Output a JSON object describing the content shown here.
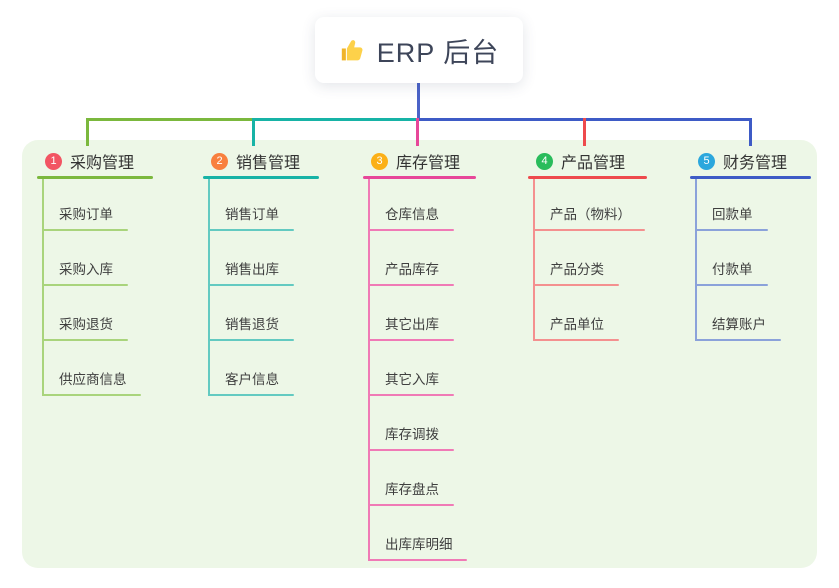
{
  "canvas": {
    "background": "#ffffff",
    "panel_color": "#edf7e7"
  },
  "root": {
    "icon": "thumbs-up-icon",
    "icon_color": "#fbc02d",
    "title": "ERP 后台",
    "connector_color": "#4b63c8"
  },
  "branches": [
    {
      "num": "1",
      "label": "采购管理",
      "badge_color": "#f25563",
      "line_color": "#7bb83d",
      "child_line_color": "#a9d47c",
      "children": [
        "采购订单",
        "采购入库",
        "采购退货",
        "供应商信息"
      ]
    },
    {
      "num": "2",
      "label": "销售管理",
      "badge_color": "#f8803e",
      "line_color": "#17b3a6",
      "child_line_color": "#63cac1",
      "children": [
        "销售订单",
        "销售出库",
        "销售退货",
        "客户信息"
      ]
    },
    {
      "num": "3",
      "label": "库存管理",
      "badge_color": "#fbb017",
      "line_color": "#e74799",
      "child_line_color": "#f07ab6",
      "children": [
        "仓库信息",
        "产品库存",
        "其它出库",
        "其它入库",
        "库存调拨",
        "库存盘点",
        "出库库明细"
      ]
    },
    {
      "num": "4",
      "label": "产品管理",
      "badge_color": "#2abc5c",
      "line_color": "#ee4a4d",
      "child_line_color": "#f4908f",
      "children": [
        "产品（物料）",
        "产品分类",
        "产品单位"
      ]
    },
    {
      "num": "5",
      "label": "财务管理",
      "badge_color": "#2ba7dd",
      "line_color": "#3e5bc6",
      "child_line_color": "#8ba2da",
      "children": [
        "回款单",
        "付款单",
        "结算账户"
      ]
    }
  ]
}
